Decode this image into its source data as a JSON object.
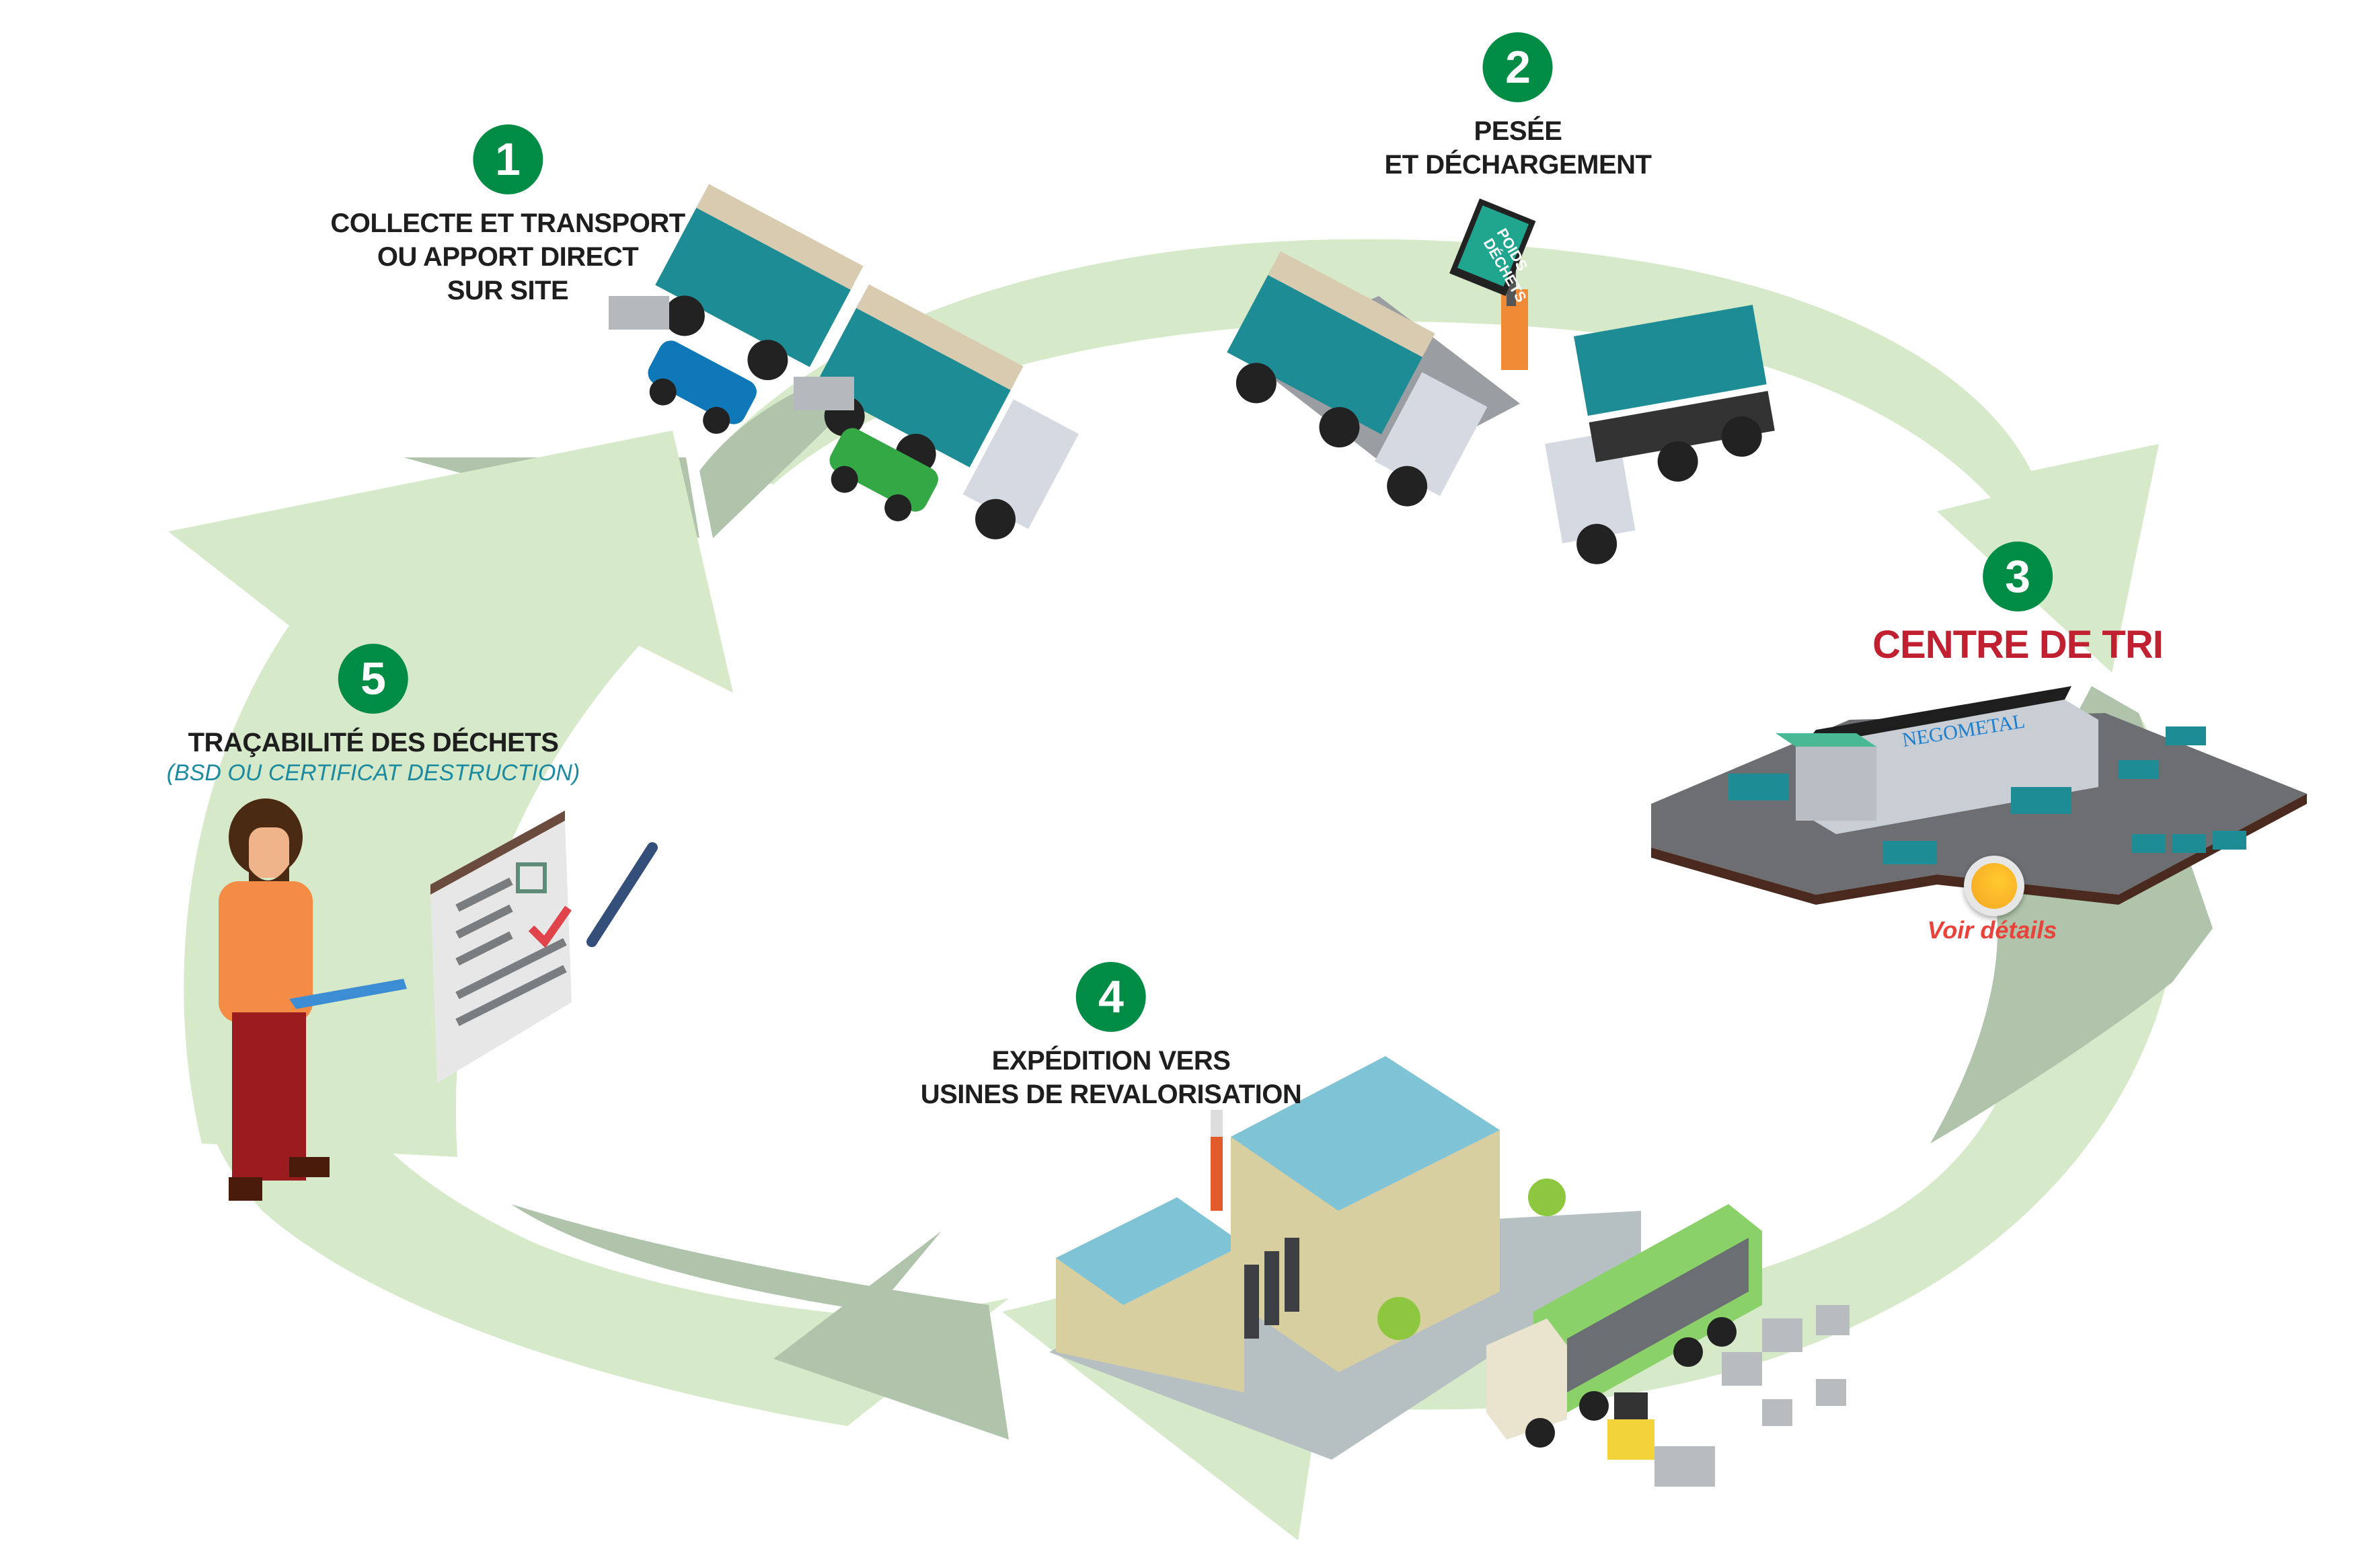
{
  "diagram": {
    "colors": {
      "badge": "#008c45",
      "arrow_light": "#d6e9c9",
      "arrow_shadow": "#afc4aa",
      "title_text": "#1e1e1e",
      "centre_title": "#c12030",
      "subtitle": "#1b8aa0",
      "link": "#e8423a"
    },
    "steps": [
      {
        "number": "1",
        "title_lines": [
          "COLLECTE ET TRANSPORT",
          "OU APPORT DIRECT",
          "SUR SITE"
        ]
      },
      {
        "number": "2",
        "title_lines": [
          "PESÉE",
          "ET DÉCHARGEMENT"
        ]
      },
      {
        "number": "3",
        "title_lines": [
          "CENTRE DE TRI"
        ],
        "link_label": "Voir détails"
      },
      {
        "number": "4",
        "title_lines": [
          "EXPÉDITION VERS",
          "USINES DE REVALORISATION"
        ]
      },
      {
        "number": "5",
        "title_lines": [
          "TRAÇABILITÉ DES DÉCHETS"
        ],
        "subtitle": "(BSD OU CERTIFICAT DESTRUCTION)"
      }
    ],
    "illustrations": {
      "weigh_sign_lines": [
        "POIDS",
        "DÉCHETS"
      ],
      "building_sign": "NEGOMETAL"
    }
  }
}
